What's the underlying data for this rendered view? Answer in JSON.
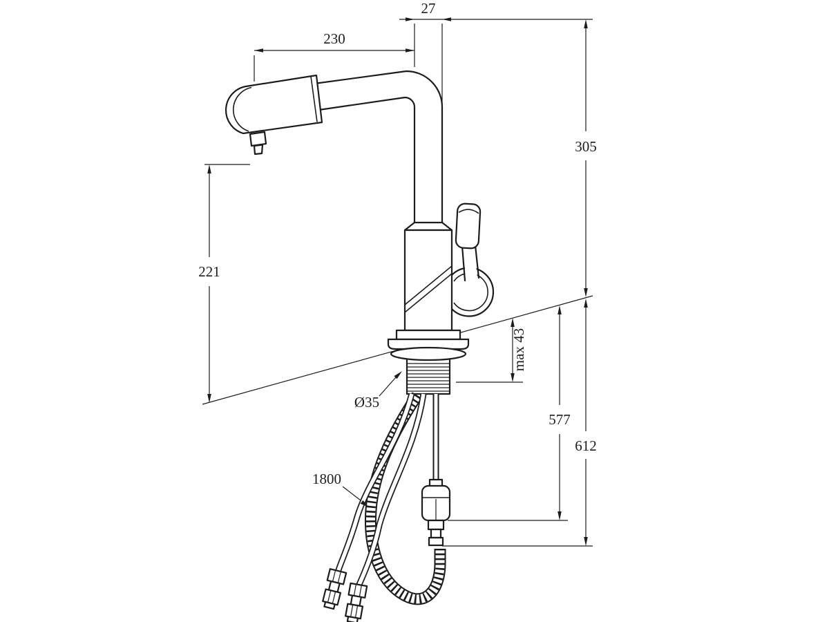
{
  "drawing": {
    "background": "#ffffff",
    "line_color": "#1c1c1c",
    "dimensions": {
      "spout_reach": {
        "label": "230"
      },
      "pipe_diameter": {
        "label": "27"
      },
      "height_above_counter": {
        "label": "305"
      },
      "spout_clearance": {
        "label": "221"
      },
      "max_counter_thickness": {
        "label": "max 43"
      },
      "hose_drop_inner": {
        "label": "577"
      },
      "hose_drop_outer": {
        "label": "612"
      },
      "mounting_hole_diameter": {
        "label": "Ø35"
      },
      "hose_length": {
        "label": "1800"
      }
    }
  }
}
